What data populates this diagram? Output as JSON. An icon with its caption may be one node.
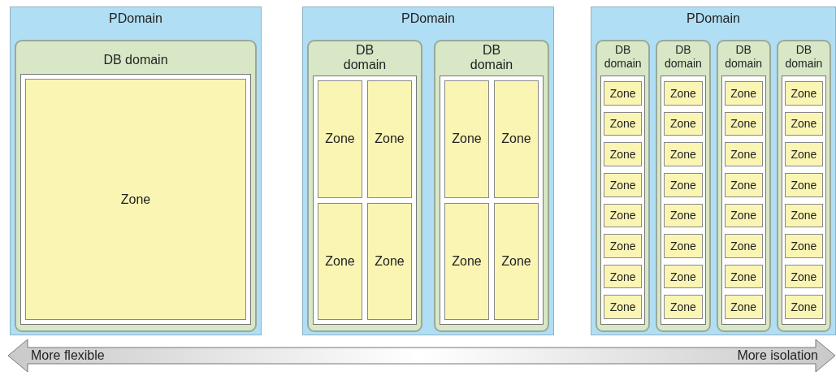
{
  "diagram": {
    "nodes": [
      {
        "text": [
          "PDomain"
        ]
      },
      {
        "text": [
          "DB domain"
        ],
        "in": 0
      },
      {
        "text": [
          "Zone"
        ],
        "in": 1
      },
      {
        "text": [
          "PDomain"
        ]
      },
      {
        "text": [
          "DB domain"
        ],
        "in": 3
      },
      {
        "text": [
          "Zone"
        ],
        "in": 4
      },
      {
        "text": [
          "Zone"
        ],
        "in": 4
      },
      {
        "text": [
          "Zone"
        ],
        "in": 4
      },
      {
        "text": [
          "Zone"
        ],
        "in": 4
      },
      {
        "text": [
          "DB domain"
        ],
        "in": 3
      },
      {
        "text": [
          "Zone"
        ],
        "in": 9
      },
      {
        "text": [
          "Zone"
        ],
        "in": 9
      },
      {
        "text": [
          "Zone"
        ],
        "in": 9
      },
      {
        "text": [
          "Zone"
        ],
        "in": 9
      },
      {
        "text": [
          "PDomain"
        ]
      },
      {
        "text": [
          "DB domain"
        ],
        "in": 14
      },
      {
        "text": [
          "Zone"
        ],
        "in": 15
      },
      {
        "text": [
          "Zone"
        ],
        "in": 15
      },
      {
        "text": [
          "Zone"
        ],
        "in": 15
      },
      {
        "text": [
          "Zone"
        ],
        "in": 15
      },
      {
        "text": [
          "Zone"
        ],
        "in": 15
      },
      {
        "text": [
          "Zone"
        ],
        "in": 15
      },
      {
        "text": [
          "Zone"
        ],
        "in": 15
      },
      {
        "text": [
          "Zone"
        ],
        "in": 15
      },
      {
        "text": [
          "DB domain"
        ],
        "in": 14
      },
      {
        "text": [
          "Zone"
        ],
        "in": 24
      },
      {
        "text": [
          "Zone"
        ],
        "in": 24
      },
      {
        "text": [
          "Zone"
        ],
        "in": 24
      },
      {
        "text": [
          "Zone"
        ],
        "in": 24
      },
      {
        "text": [
          "Zone"
        ],
        "in": 24
      },
      {
        "text": [
          "Zone"
        ],
        "in": 24
      },
      {
        "text": [
          "Zone"
        ],
        "in": 24
      },
      {
        "text": [
          "Zone"
        ],
        "in": 24
      },
      {
        "text": [
          "DB domain"
        ],
        "in": 14
      },
      {
        "text": [
          "Zone"
        ],
        "in": 33
      },
      {
        "text": [
          "Zone"
        ],
        "in": 33
      },
      {
        "text": [
          "Zone"
        ],
        "in": 33
      },
      {
        "text": [
          "Zone"
        ],
        "in": 33
      },
      {
        "text": [
          "Zone"
        ],
        "in": 33
      },
      {
        "text": [
          "Zone"
        ],
        "in": 33
      },
      {
        "text": [
          "Zone"
        ],
        "in": 33
      },
      {
        "text": [
          "Zone"
        ],
        "in": 33
      },
      {
        "text": [
          "DB domain"
        ],
        "in": 14
      },
      {
        "text": [
          "Zone"
        ],
        "in": 42
      },
      {
        "text": [
          "Zone"
        ],
        "in": 42
      },
      {
        "text": [
          "Zone"
        ],
        "in": 42
      },
      {
        "text": [
          "Zone"
        ],
        "in": 42
      },
      {
        "text": [
          "Zone"
        ],
        "in": 42
      },
      {
        "text": [
          "Zone"
        ],
        "in": 42
      },
      {
        "text": [
          "Zone"
        ],
        "in": 42
      },
      {
        "text": [
          "Zone"
        ],
        "in": 42
      }
    ],
    "labels": [
      "More flexible",
      "More isolation"
    ]
  }
}
